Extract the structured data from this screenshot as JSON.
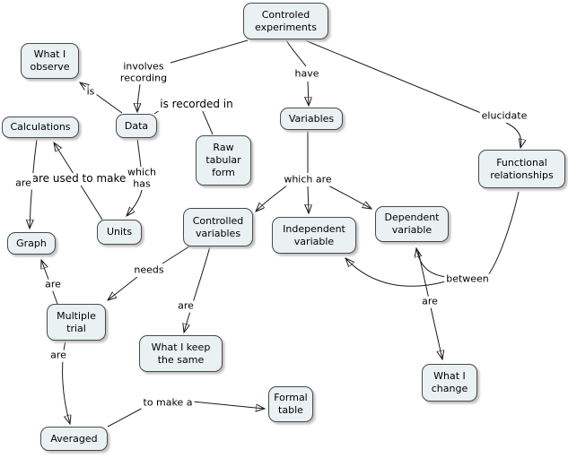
{
  "colors": {
    "background": "#ffffff",
    "node_fill": "#e9f1f3",
    "node_border": "#4a4a4a",
    "line": "#1a1a1a",
    "text": "#000000"
  },
  "nodes": {
    "controled_experiments": "Controled\nexperiments",
    "what_i_observe": "What I\nobserve",
    "calculations": "Calculations",
    "data": "Data",
    "raw_tabular_form": "Raw\ntabular\nform",
    "variables": "Variables",
    "functional_relationships": "Functional\nrelationships",
    "units": "Units",
    "graph": "Graph",
    "controlled_variables": "Controlled\nvariables",
    "independent_variable": "Independent\nvariable",
    "dependent_variable": "Dependent\nvariable",
    "multiple_trial": "Multiple\ntrial",
    "what_i_keep_the_same": "What I keep\nthe same",
    "what_i_change": "What I\nchange",
    "averaged": "Averaged",
    "formal_table": "Formal\ntable"
  },
  "link_labels": {
    "involves_recording": "involves\nrecording",
    "is": "is",
    "is_recorded_in": "is recorded in",
    "have": "have",
    "elucidate": "elucidate",
    "which_has": "which\nhas",
    "are_used_to_make": "are used to make",
    "are_calculations_graph": "are",
    "which_are": "which are",
    "needs": "needs",
    "are_controlled_same": "are",
    "are_trial_graph": "are",
    "are_trial_averaged": "are",
    "to_make_a": "to make a",
    "between": "between",
    "are_variable_change": "are"
  }
}
